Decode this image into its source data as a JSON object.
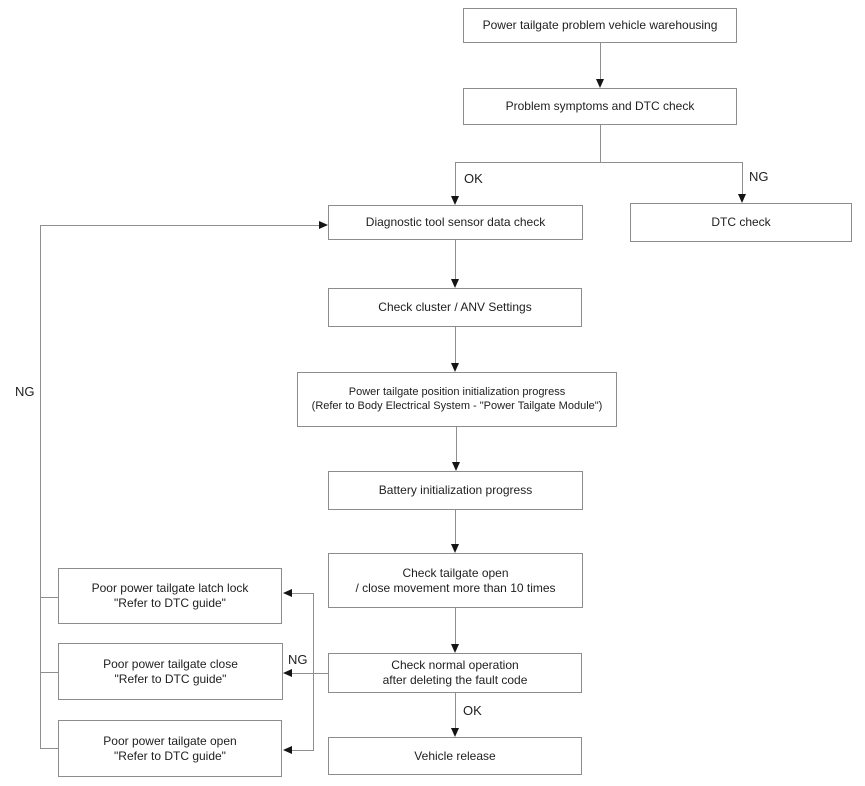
{
  "diagram": {
    "type": "flowchart",
    "colors": {
      "background": "#ffffff",
      "box_border": "#8c8c8c",
      "connector_line": "#8f8f8f",
      "arrowhead": "#141414",
      "text": "#1e1e1e"
    },
    "nodes": {
      "warehousing": {
        "line1": "Power tailgate problem vehicle warehousing"
      },
      "symptoms": {
        "line1": "Problem symptoms and DTC check"
      },
      "sensor_data": {
        "line1": "Diagnostic tool sensor data check"
      },
      "dtc_check": {
        "line1": "DTC check"
      },
      "cluster": {
        "line1": "Check cluster / ANV Settings"
      },
      "position_init": {
        "line1": "Power tailgate position initialization progress",
        "line2": "(Refer to Body Electrical System - \"Power Tailgate Module\")"
      },
      "battery_init": {
        "line1": "Battery initialization progress"
      },
      "tailgate_cycle": {
        "line1": "Check tailgate open",
        "line2": "/ close movement more than 10 times"
      },
      "normal_operation": {
        "line1": "Check normal operation",
        "line2": "after deleting the fault code"
      },
      "vehicle_release": {
        "line1": "Vehicle release"
      },
      "latch_lock": {
        "line1": "Poor power tailgate latch lock",
        "line2": "\"Refer to DTC guide\""
      },
      "close_fault": {
        "line1": "Poor power tailgate close",
        "line2": "\"Refer to DTC guide\""
      },
      "open_fault": {
        "line1": "Poor power tailgate open",
        "line2": "\"Refer to DTC guide\""
      }
    },
    "edge_labels": {
      "ok_top": "OK",
      "ng_top": "NG",
      "ng_left": "NG",
      "ng_mid": "NG",
      "ok_bottom": "OK"
    }
  }
}
